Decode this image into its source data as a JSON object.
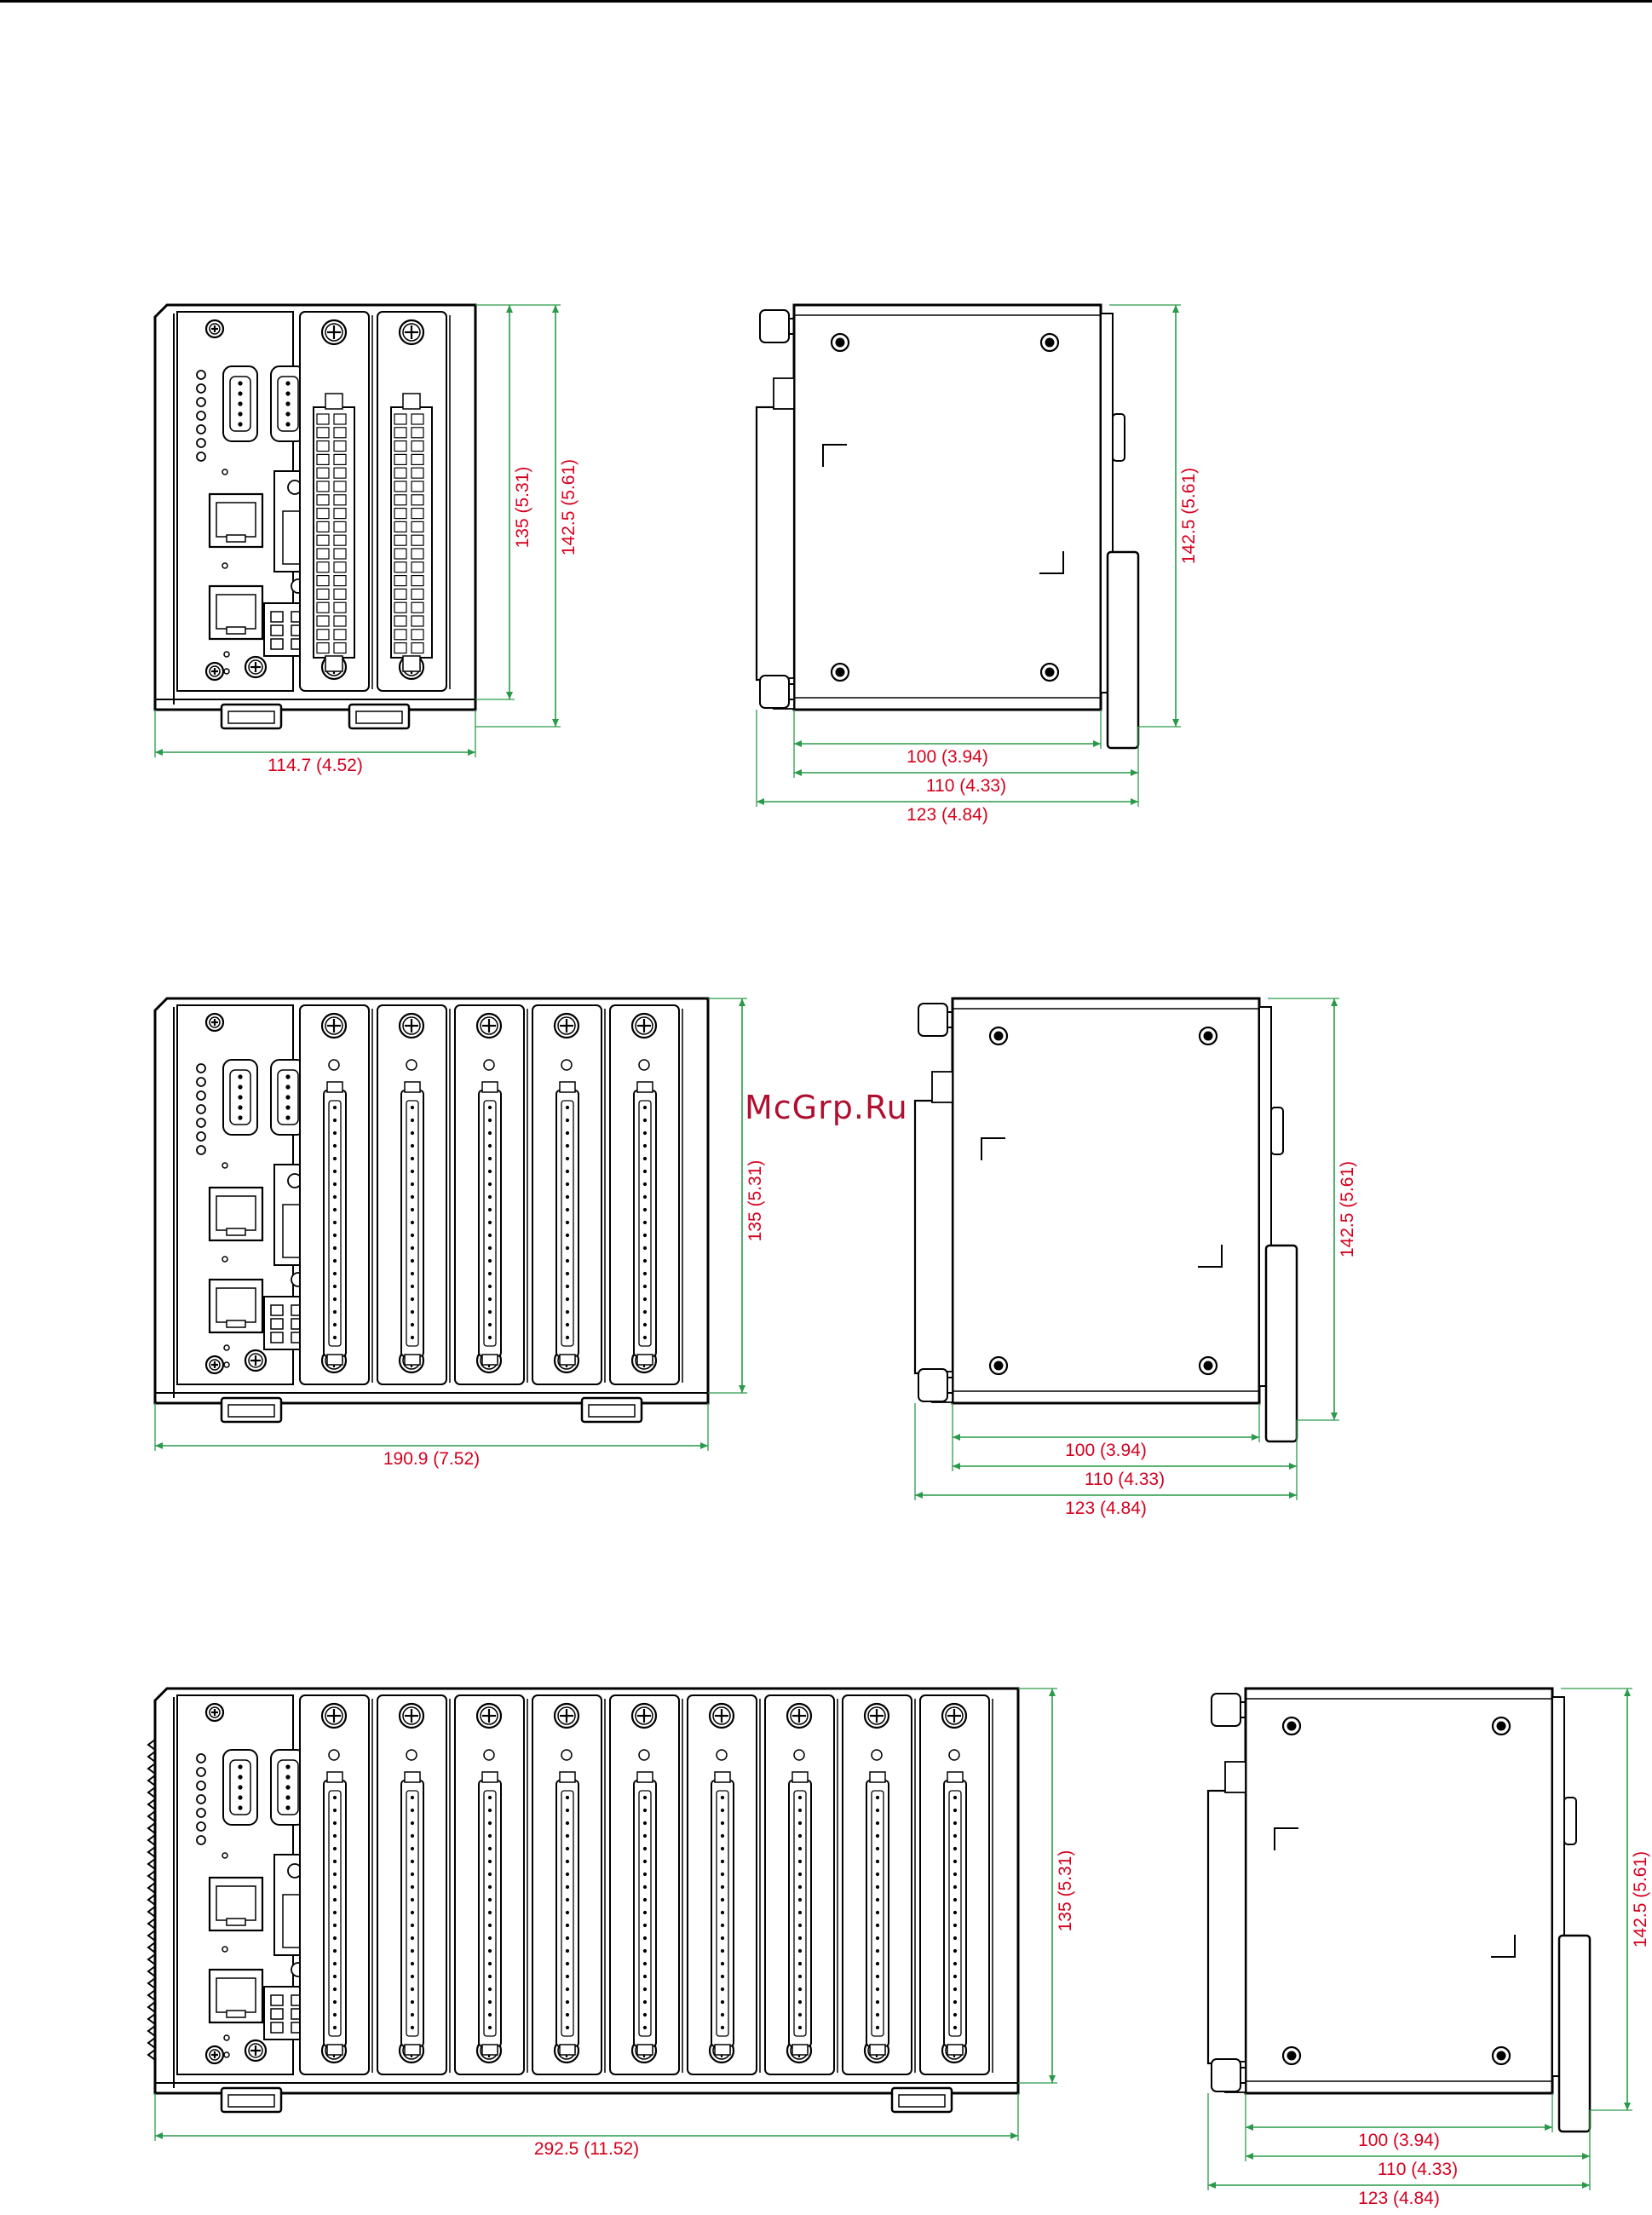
{
  "watermark": "McGrp.Ru",
  "colors": {
    "dimension": "#d4001e",
    "line": "#000000",
    "dimline": "#2a9a4a"
  },
  "rows": [
    {
      "id": "row1",
      "slots": 2,
      "connector": "terminal",
      "width_label": "114.7 (4.52)",
      "h135": "135 (5.31)",
      "h142": "142.5 (5.61)",
      "side": {
        "d100": "100 (3.94)",
        "d110": "110 (4.33)",
        "d123": "123 (4.84)",
        "h142": "142.5 (5.61)"
      }
    },
    {
      "id": "row2",
      "slots": 5,
      "connector": "dsub",
      "width_label": "190.9 (7.52)",
      "h135": "135 (5.31)",
      "side": {
        "d100": "100 (3.94)",
        "d110": "110 (4.33)",
        "d123": "123 (4.84)",
        "h142": "142.5 (5.61)"
      }
    },
    {
      "id": "row3",
      "slots": 9,
      "connector": "dsub",
      "width_label": "292.5 (11.52)",
      "h135": "135 (5.31)",
      "side": {
        "d100": "100 (3.94)",
        "d110": "110 (4.33)",
        "d123": "123 (4.84)",
        "h142": "142.5 (5.61)"
      }
    }
  ]
}
